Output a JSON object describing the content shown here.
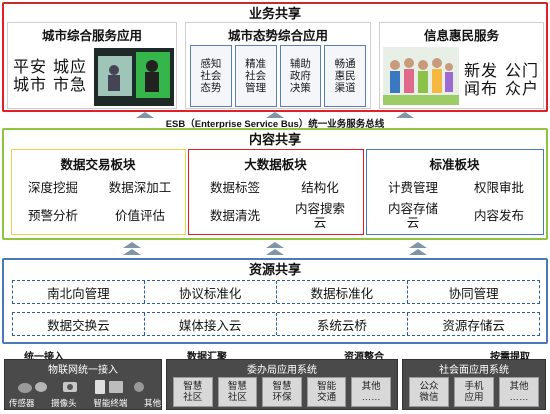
{
  "business": {
    "title": "业务共享",
    "city_service": {
      "title": "城市综合服务应用",
      "col1": "平安",
      "col1b": "城市",
      "col2": "城应",
      "col2b": "市急"
    },
    "city_situation": {
      "title": "城市态势综合应用",
      "items": [
        {
          "l1": "感知",
          "l2": "社会",
          "l3": "态势"
        },
        {
          "l1": "精准",
          "l2": "社会",
          "l3": "管理"
        },
        {
          "l1": "辅助",
          "l2": "政府",
          "l3": "决策"
        },
        {
          "l1": "畅通",
          "l2": "惠民",
          "l3": "渠道"
        }
      ]
    },
    "benefit": {
      "title": "信息惠民服务",
      "col1": "新发",
      "col1b": "闻布",
      "col2": "公门",
      "col2b": "众户"
    }
  },
  "esb": "ESB（Enterprise Service Bus）统一业务服务总线",
  "content": {
    "title": "内容共享",
    "data_trade": {
      "title": "数据交易板块",
      "items": [
        "深度挖掘",
        "数据深加工",
        "预警分析",
        "价值评估"
      ]
    },
    "big_data": {
      "title": "大数据板块",
      "items": [
        "数据标签",
        "结构化",
        "数据清洗",
        "内容搜索",
        "云"
      ]
    },
    "standard": {
      "title": "标准板块",
      "items": [
        "计费管理",
        "权限审批",
        "内容存储",
        "云",
        "内容发布"
      ]
    }
  },
  "resource": {
    "title": "资源共享",
    "row1": [
      "南北向管理",
      "协议标准化",
      "数据标准化",
      "协同管理"
    ],
    "row2": [
      "数据交换云",
      "媒体接入云",
      "系统云桥",
      "资源存储云"
    ]
  },
  "bottom": {
    "labels": [
      "统一接入",
      "数据汇聚",
      "资源整合",
      "按需提取"
    ],
    "iot": {
      "title": "物联网统一接入",
      "devices": [
        "传感器",
        "摄像头",
        "智能终端",
        "其他"
      ]
    },
    "commission": {
      "title": "委办局应用系统",
      "tiles": [
        {
          "l1": "智慧",
          "l2": "社区"
        },
        {
          "l1": "智慧",
          "l2": "社区"
        },
        {
          "l1": "智慧",
          "l2": "环保"
        },
        {
          "l1": "智能",
          "l2": "交通"
        },
        {
          "l1": "其他",
          "l2": "……"
        }
      ]
    },
    "social": {
      "title": "社会面应用系统",
      "tiles": [
        {
          "l1": "公众",
          "l2": "微信"
        },
        {
          "l1": "手机",
          "l2": "应用"
        },
        {
          "l1": "其他",
          "l2": "……"
        }
      ]
    }
  },
  "colors": {
    "business_border": "#e21f26",
    "content_border": "#8fc43f",
    "resource_border": "#4a7bb9",
    "data_trade_border": "#e6d84a",
    "big_data_border": "#e21f26",
    "standard_border": "#4a7bb9"
  }
}
